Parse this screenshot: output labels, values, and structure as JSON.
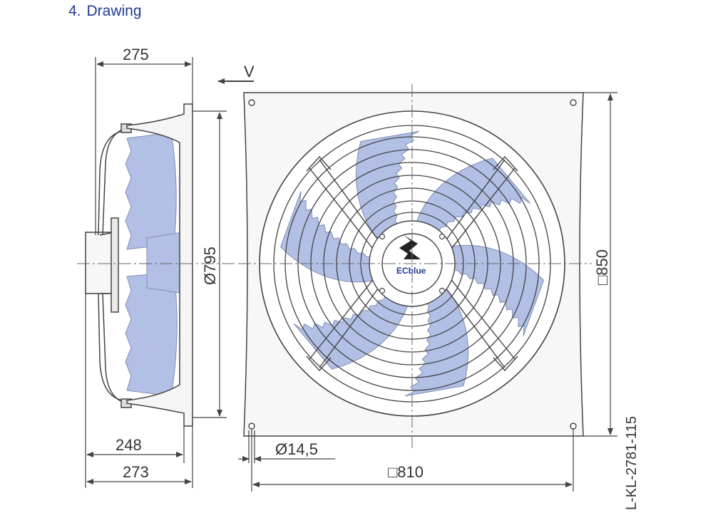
{
  "section": {
    "number": "4.",
    "title": "Drawing"
  },
  "dimensions": {
    "depth_overall": "275",
    "depth_248": "248",
    "depth_273": "273",
    "airflow": "V",
    "diameter": "Ø795",
    "hole": "Ø14,5",
    "width": "□810",
    "height": "□850",
    "drawing_code": "L-KL-2781-115"
  },
  "logo": {
    "text": "ECblue"
  },
  "colors": {
    "blade": "#b3c0e6",
    "line": "#444444",
    "plate": "#f7f7f7",
    "heading": "#1f3a93"
  }
}
